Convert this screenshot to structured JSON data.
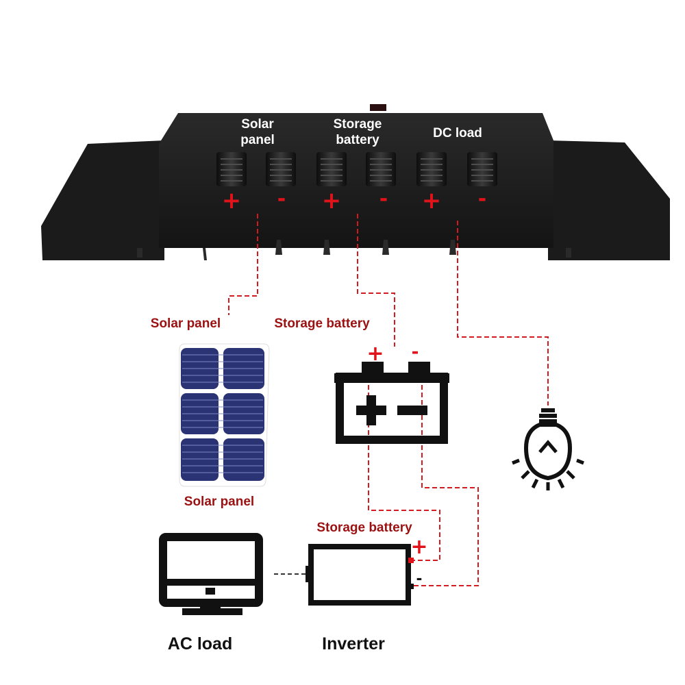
{
  "controller": {
    "labels": {
      "solar_line1": "Solar",
      "solar_line2": "panel",
      "storage_line1": "Storage",
      "storage_line2": "battery",
      "dc_load": "DC load"
    },
    "terminal_signs": [
      "+",
      "-",
      "+",
      "-",
      "+",
      "-"
    ]
  },
  "diagram": {
    "solar_panel_label_top": "Solar panel",
    "solar_panel_label_bottom": "Solar panel",
    "storage_battery_label": "Storage battery",
    "battery_plus": "+",
    "battery_minus": "-",
    "inverter_storage_label": "Storage battery",
    "inverter_plus": "+",
    "inverter_minus": "-",
    "ac_load_label": "AC load",
    "inverter_label": "Inverter"
  },
  "colors": {
    "accent_red": "#e0131b",
    "label_red": "#9b1111",
    "wire_red": "#d41a1f",
    "controller_body": "#1c1c1c",
    "solar_cell": "#2a3475"
  },
  "icons": [
    "solar-panel-icon",
    "battery-icon",
    "light-bulb-icon",
    "monitor-icon",
    "inverter-icon"
  ]
}
